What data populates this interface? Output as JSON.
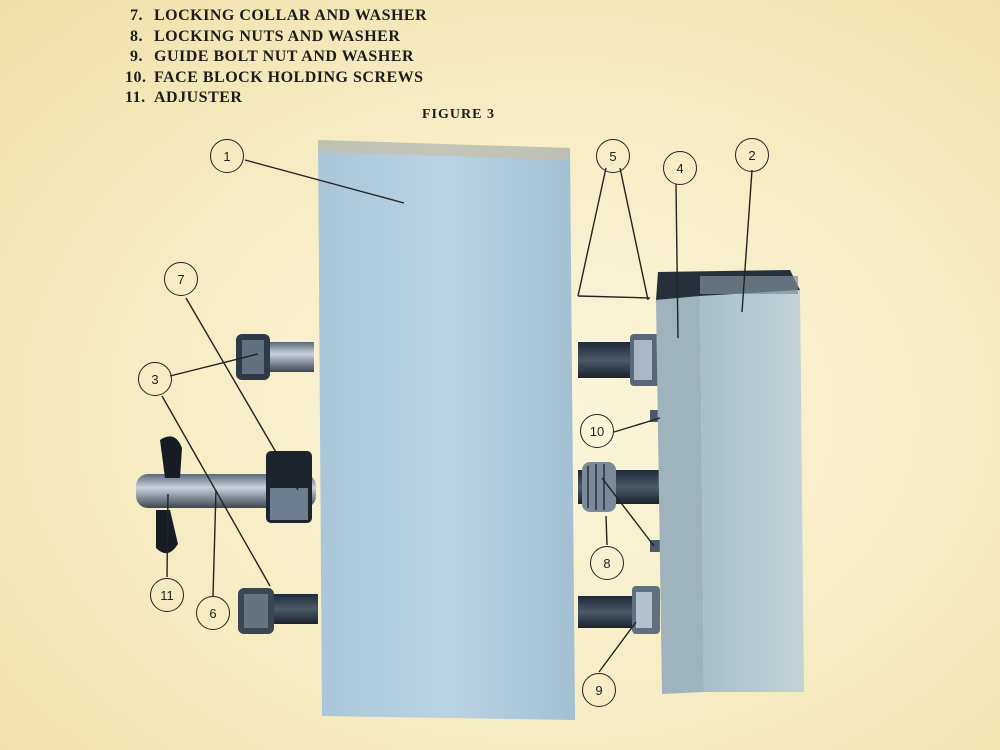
{
  "legend": {
    "items": [
      {
        "num": "7.",
        "text": "LOCKING COLLAR AND WASHER"
      },
      {
        "num": "8.",
        "text": "LOCKING NUTS AND WASHER"
      },
      {
        "num": "9.",
        "text": "GUIDE BOLT NUT AND WASHER"
      },
      {
        "num": "10.",
        "text": "FACE BLOCK HOLDING SCREWS"
      },
      {
        "num": "11.",
        "text": "ADJUSTER"
      }
    ]
  },
  "figure": {
    "title": "FIGURE 3",
    "callouts": [
      "1",
      "2",
      "3",
      "4",
      "5",
      "6",
      "7",
      "8",
      "9",
      "10",
      "11"
    ]
  }
}
